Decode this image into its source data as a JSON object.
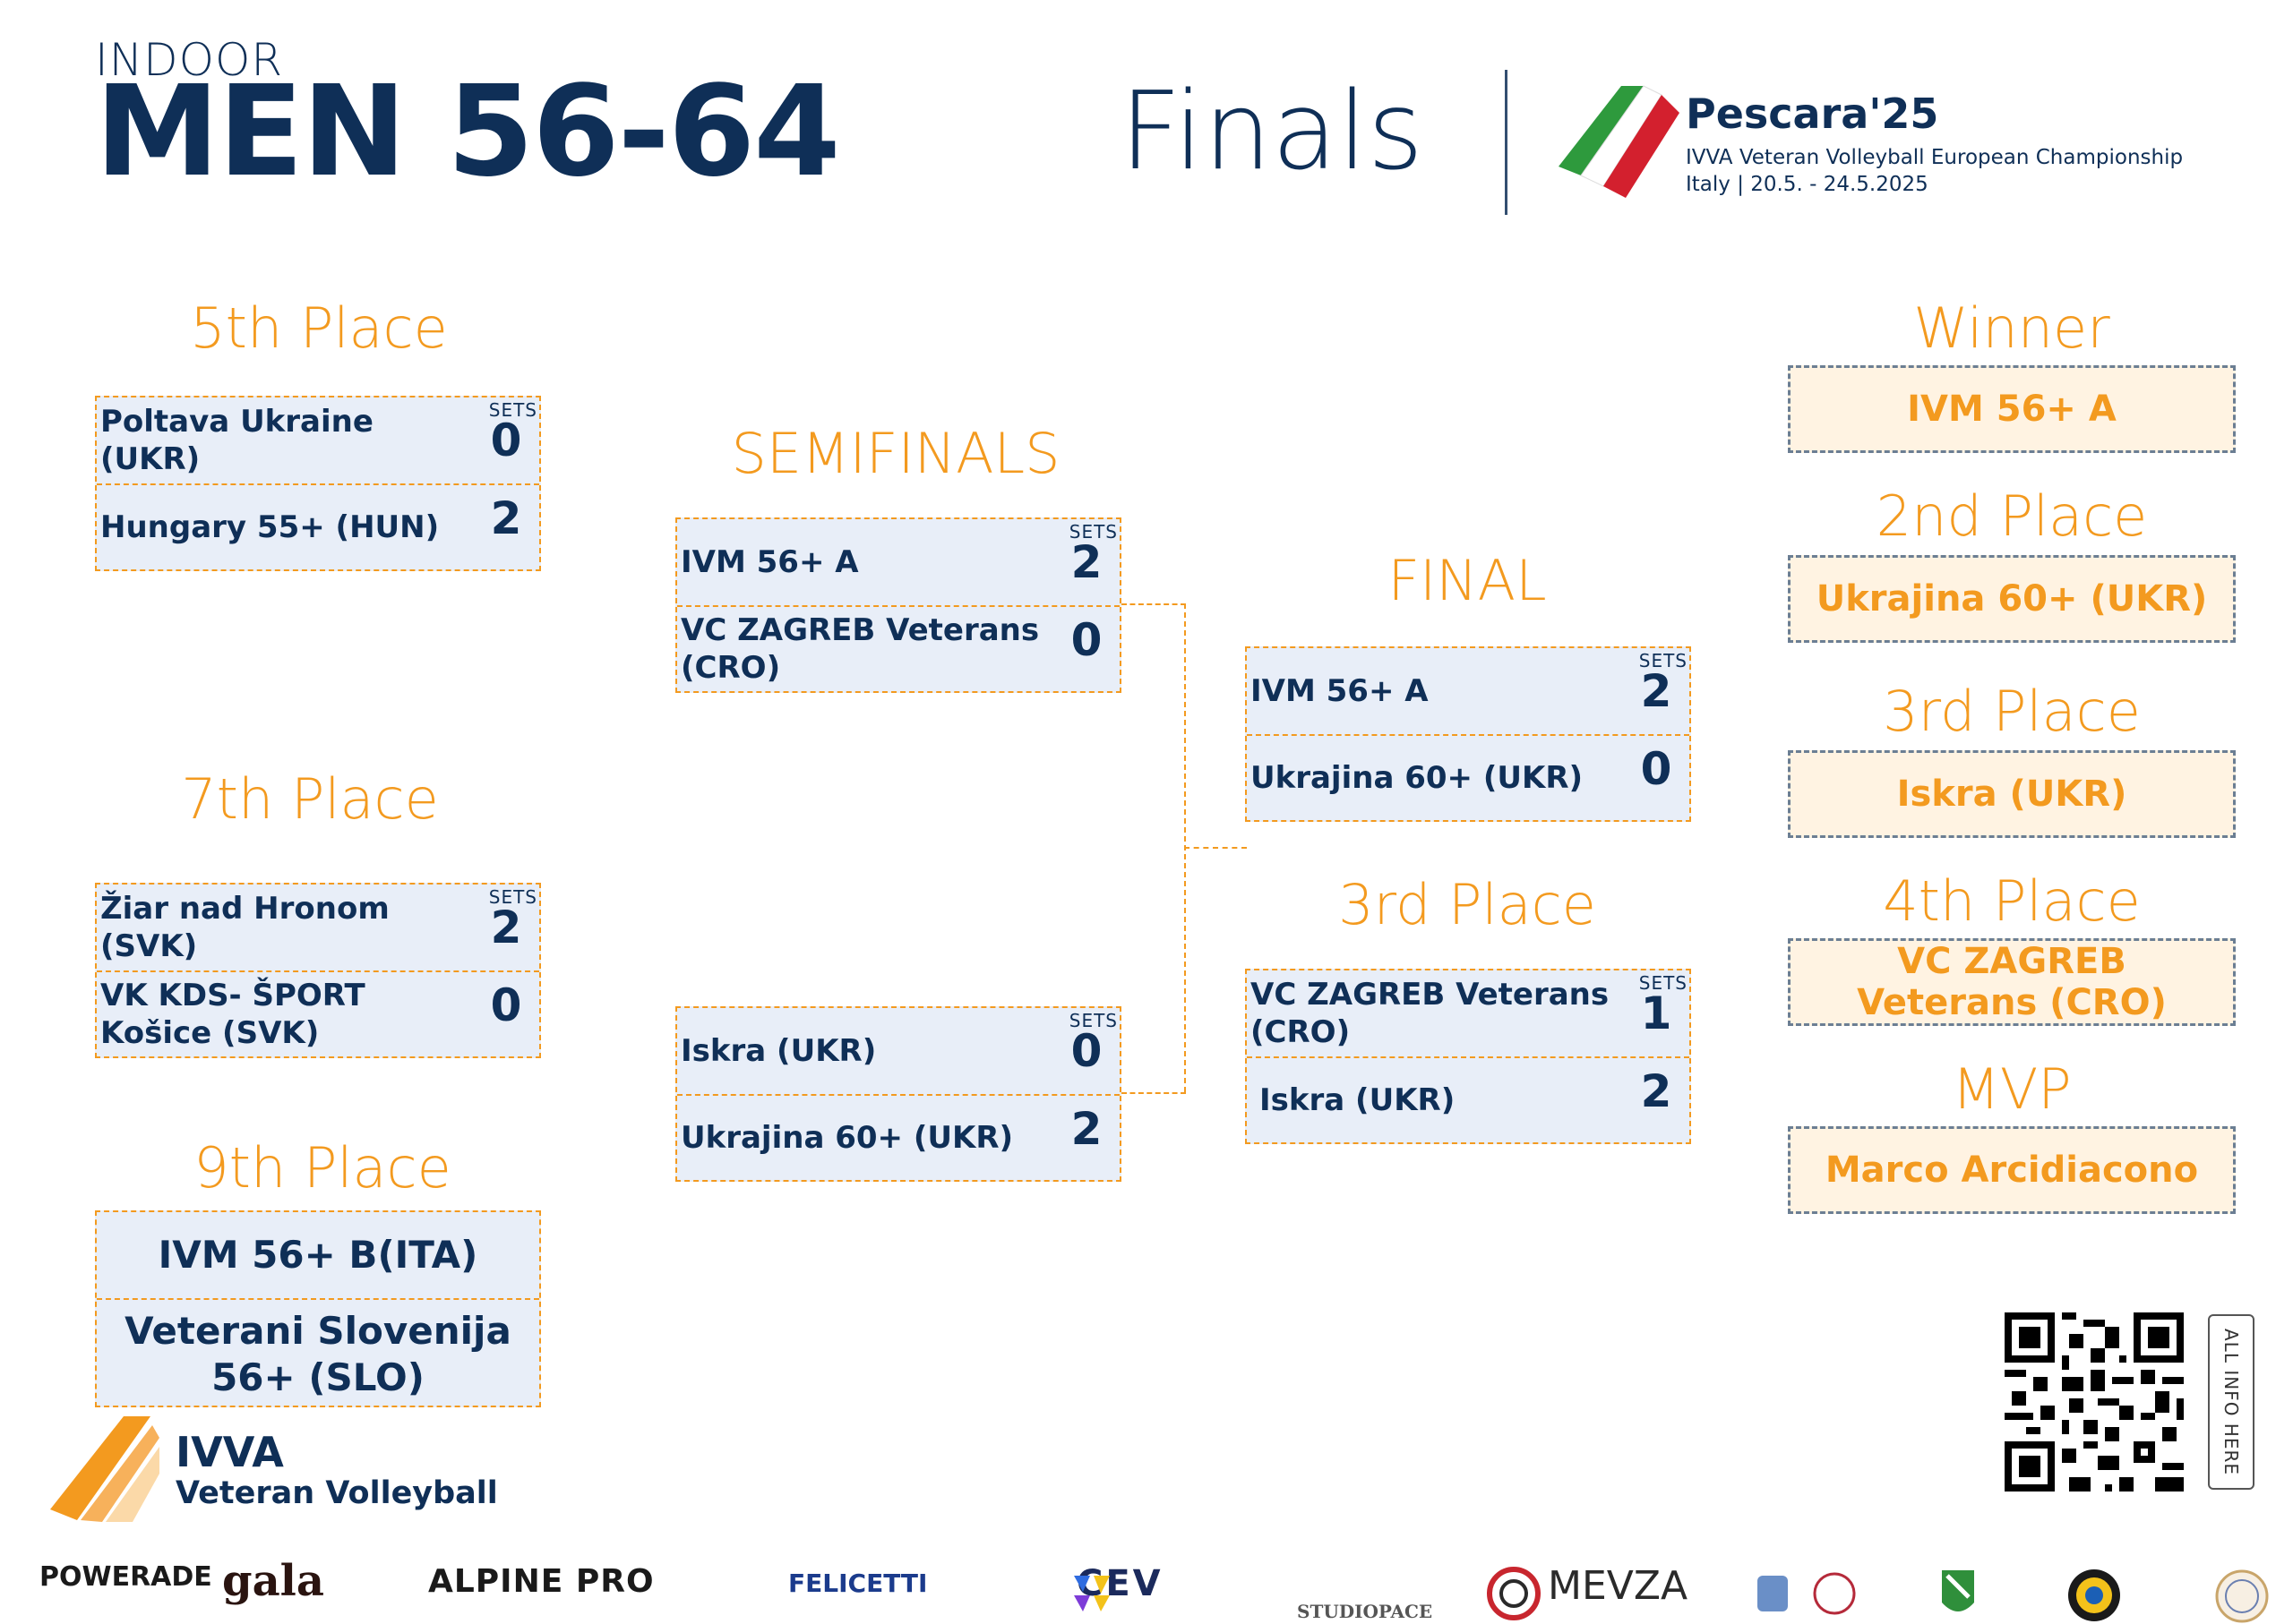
{
  "header": {
    "category": "INDOOR",
    "title": "MEN 56-64",
    "stage": "Finals",
    "event_name": "Pescara'25",
    "event_subtitle": "IVVA Veteran Volleyball European Championship",
    "event_dates": "Italy | 20.5. - 24.5.2025"
  },
  "sets_label": "SETS",
  "fifth": {
    "heading": "5th Place",
    "teams": [
      {
        "name": "Poltava Ukraine (UKR)",
        "sets": "0"
      },
      {
        "name": "Hungary 55+ (HUN)",
        "sets": "2"
      }
    ]
  },
  "seventh": {
    "heading": "7th Place",
    "teams": [
      {
        "name": "Žiar nad Hronom (SVK)",
        "sets": "2"
      },
      {
        "name": "VK KDS- ŠPORT Košice (SVK)",
        "sets": "0"
      }
    ]
  },
  "ninth": {
    "heading": "9th Place",
    "teams": [
      "IVM 56+ B(ITA)",
      "Veterani Slovenija 56+ (SLO)"
    ]
  },
  "semifinals": {
    "heading": "SEMIFINALS",
    "match1": [
      {
        "name": "IVM 56+ A",
        "sets": "2"
      },
      {
        "name": "VC ZAGREB Veterans (CRO)",
        "sets": "0"
      }
    ],
    "match2": [
      {
        "name": "Iskra (UKR)",
        "sets": "0"
      },
      {
        "name": "Ukrajina 60+ (UKR)",
        "sets": "2"
      }
    ]
  },
  "final": {
    "heading": "FINAL",
    "teams": [
      {
        "name": "IVM 56+ A",
        "sets": "2"
      },
      {
        "name": "Ukrajina 60+ (UKR)",
        "sets": "0"
      }
    ]
  },
  "third_match": {
    "heading": "3rd Place",
    "teams": [
      {
        "name": "VC ZAGREB Veterans (CRO)",
        "sets": "1"
      },
      {
        "name": "Iskra (UKR)",
        "sets": "2"
      }
    ]
  },
  "results": {
    "winner": {
      "heading": "Winner",
      "value": "IVM 56+ A"
    },
    "second": {
      "heading": "2nd Place",
      "value": "Ukrajina 60+ (UKR)"
    },
    "third": {
      "heading": "3rd Place",
      "value": "Iskra (UKR)"
    },
    "fourth": {
      "heading": "4th Place",
      "value": "VC ZAGREB Veterans (CRO)"
    },
    "mvp": {
      "heading": "MVP",
      "value": "Marco Arcidiacono"
    }
  },
  "ivva_logo": {
    "name": "IVVA",
    "tagline": "Veteran Volleyball"
  },
  "qr": {
    "label": "ALL INFO HERE",
    "icon": "qr-code-icon"
  },
  "sponsors": [
    "POWERADE",
    "gala",
    "ALPINE PRO",
    "FELICETTI",
    "CEV",
    "STUDIOPACE",
    "MEVZA"
  ],
  "colors": {
    "navy": "#0f2f57",
    "orange": "#f39a1f",
    "box_fill": "#e8eef8",
    "result_fill": "#fff3e2"
  }
}
